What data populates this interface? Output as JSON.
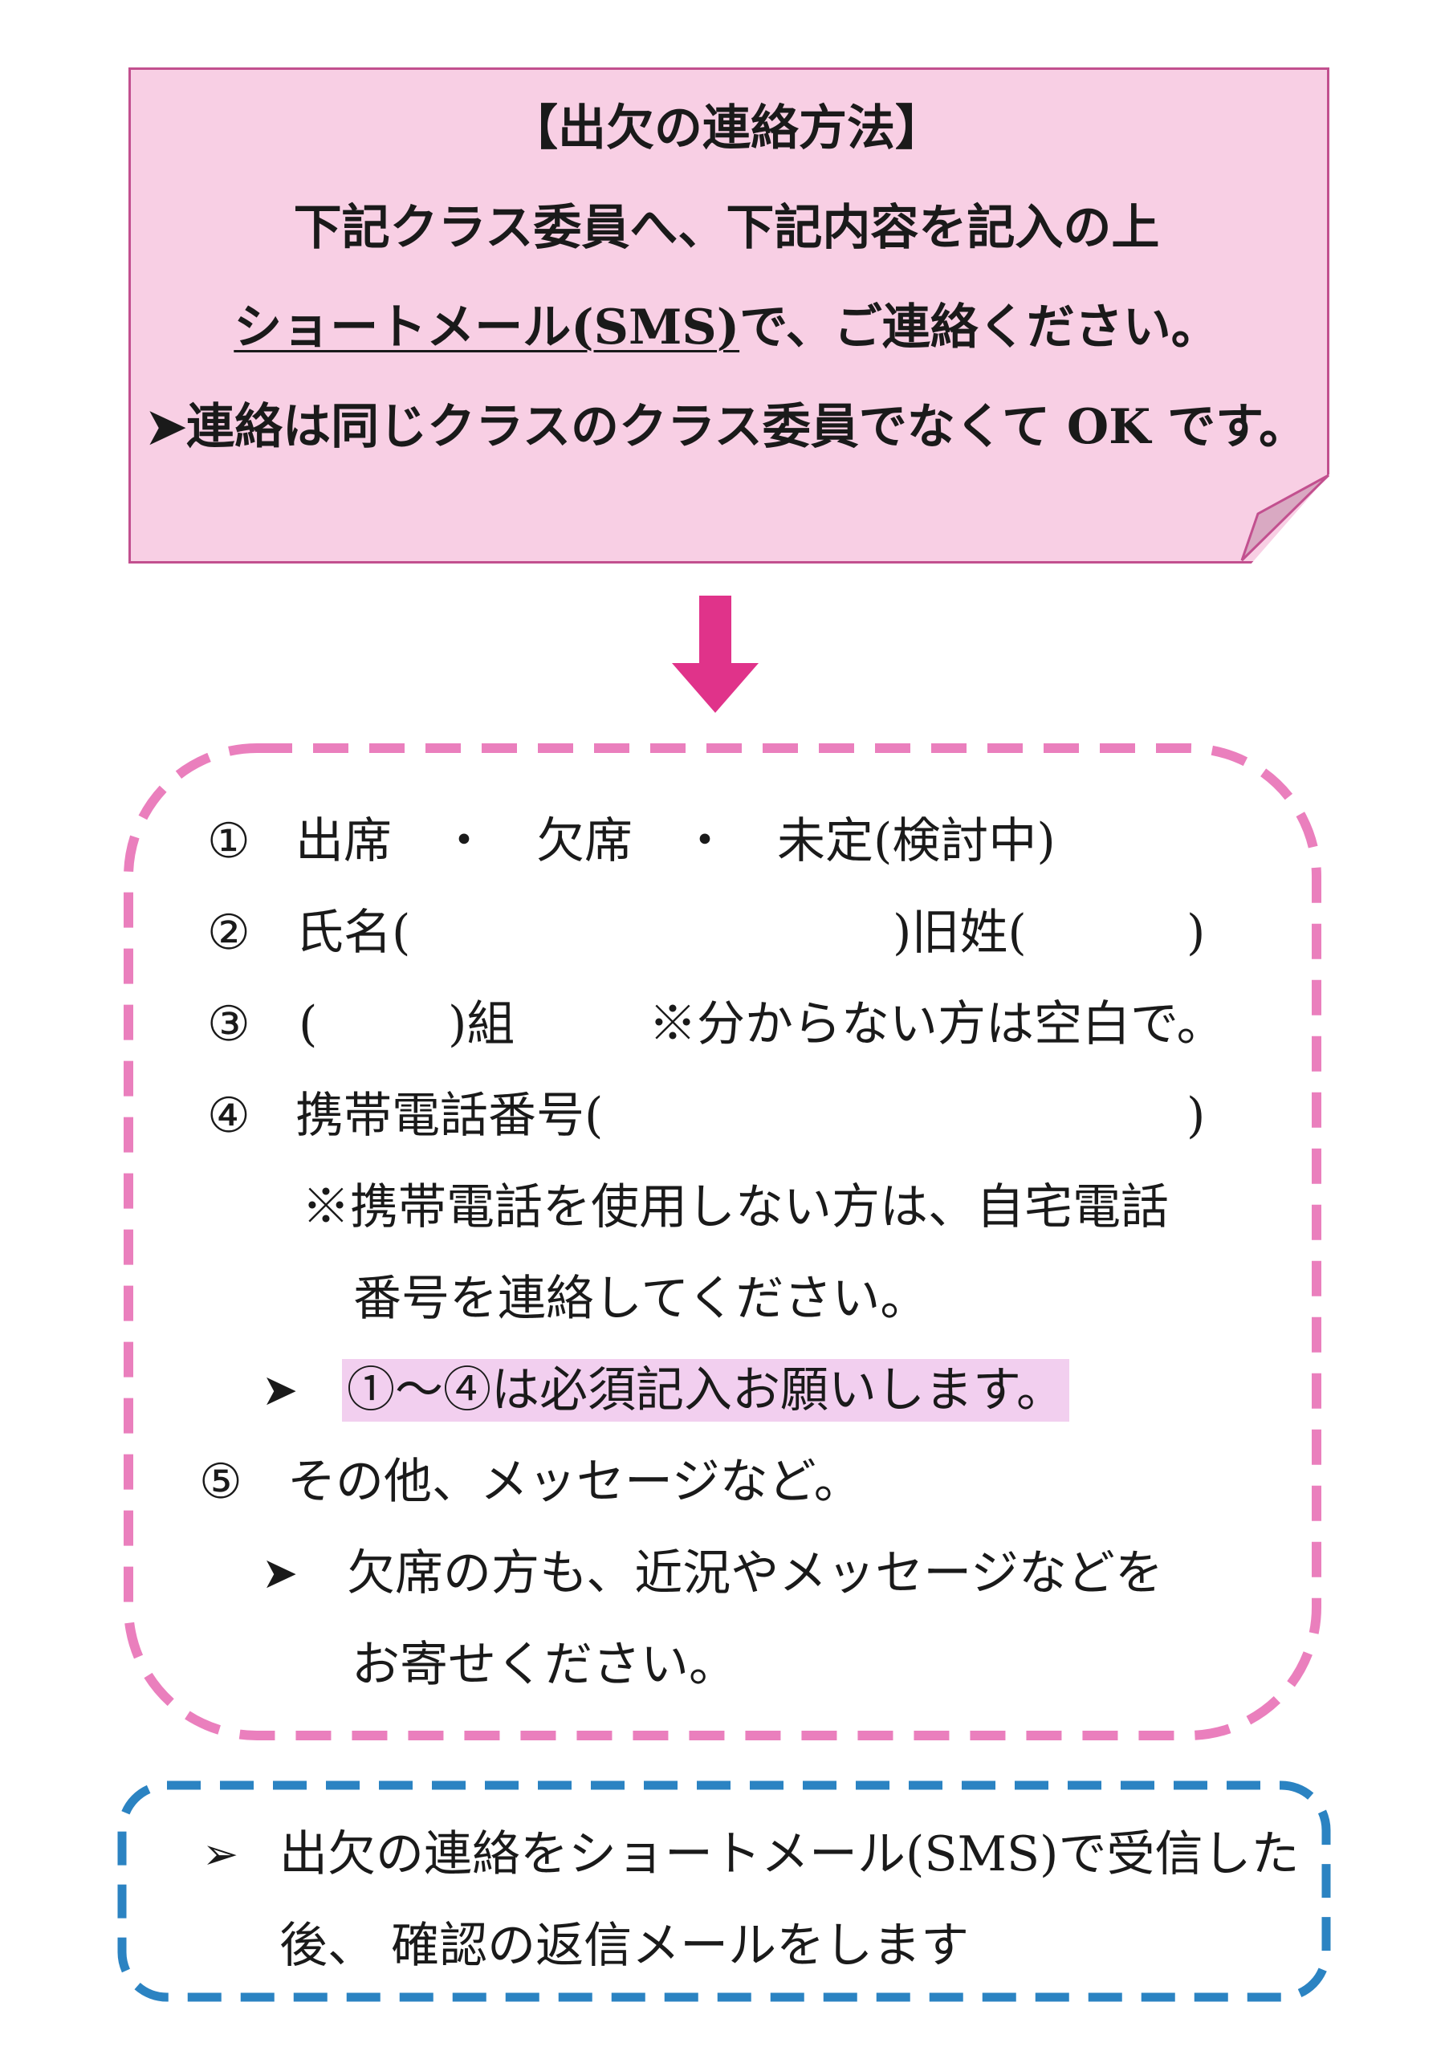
{
  "notice": {
    "title": "【出欠の連絡方法】",
    "line1": "下記クラス委員へ、下記内容を記入の上",
    "line2_link": "ショートメール(SMS)",
    "line2_rest": "で、ご連絡ください。",
    "line3_bullet": "➤",
    "line3": "連絡は同じクラスのクラス委員でなくて OK です。"
  },
  "form": {
    "item1": {
      "num": "①",
      "text": "出席　・　欠席　・　未定(検討中)"
    },
    "item2": {
      "num": "②",
      "label": "氏名(",
      "mid": ")旧姓(",
      "end": ")"
    },
    "item3": {
      "num": "③",
      "open": "(",
      "close": ")組",
      "note": "※分からない方は空白で。"
    },
    "item4": {
      "num": "④",
      "label": "携帯電話番号(",
      "end": ")"
    },
    "note4_line1": "※携帯電話を使用しない方は、自宅電話",
    "note4_line2": "番号を連絡してください。",
    "required_bullet": "➤",
    "required": "①〜④は必須記入お願いします。",
    "item5": {
      "num": "⑤",
      "text": "その他、メッセージなど。"
    },
    "item5_bullet": "➤",
    "item5_note1": "欠席の方も、近況やメッセージなどを",
    "item5_note2": "お寄せください。"
  },
  "reply": {
    "bullet": "➢",
    "line1": "出欠の連絡をショートメール(SMS)で受信した",
    "line2": "後、 確認の返信メールをします"
  },
  "colors": {
    "note_fill": "#f8cfe4",
    "note_border": "#c2508f",
    "arrow": "#e0338a",
    "pink_dash": "#ea7fbd",
    "blue_dash": "#2b83c2",
    "highlight": "#f2cfef"
  }
}
